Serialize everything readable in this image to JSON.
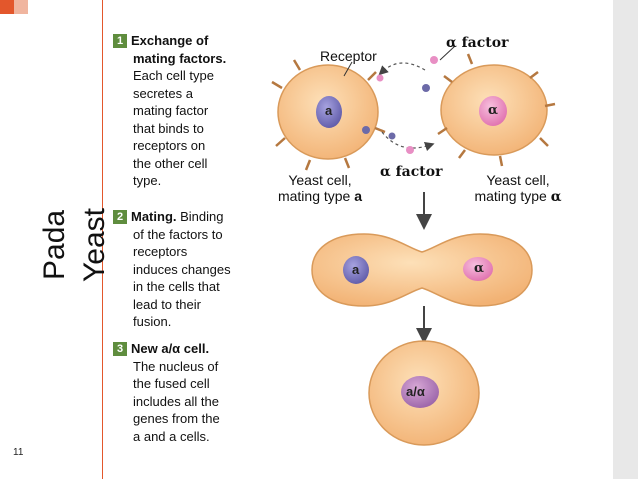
{
  "title_lines": [
    "Pada",
    "Yeast"
  ],
  "slide_number": "11",
  "steps": [
    {
      "number": "1",
      "heading": "Exchange of mating factors.",
      "heading_lines": [
        "Exchange of",
        "mating factors."
      ],
      "body_lines": [
        "Each cell type",
        "secretes a",
        "mating factor",
        "that binds to",
        "receptors on",
        "the other cell",
        "type."
      ]
    },
    {
      "number": "2",
      "heading": "Mating.",
      "heading_rest": "Binding",
      "body_lines": [
        "of the factors to",
        "receptors",
        "induces changes",
        "in the cells that",
        "lead to their",
        "fusion."
      ]
    },
    {
      "number": "3",
      "heading": "New a/α cell.",
      "body_lines": [
        "The nucleus of",
        "the fused cell",
        "includes all the",
        "genes from the",
        "a and a cells."
      ]
    }
  ],
  "labels": {
    "alpha_factor_top": "α factor",
    "receptor": "Receptor",
    "alpha_factor_mid": "α factor",
    "yeast_a_line1": "Yeast cell,",
    "yeast_a_line2_prefix": "mating type ",
    "yeast_a_type": "a",
    "yeast_alpha_line1": "Yeast cell,",
    "yeast_alpha_line2_prefix": "mating type ",
    "yeast_alpha_type": "α",
    "nucleus_a": "a",
    "nucleus_alpha": "α",
    "fused_nucleus_a": "a",
    "fused_nucleus_alpha": "α",
    "final_nucleus": "a/α"
  },
  "colors": {
    "accent": "#e3572c",
    "step_badge": "#5f8d3e",
    "cell_fill": "#f6c188",
    "cell_edge": "#d99a5a",
    "nucleus_a": "#7a76c4",
    "nucleus_alpha": "#e88fc4",
    "nucleus_hybrid": "#b07ab8",
    "arrow": "#333333"
  }
}
